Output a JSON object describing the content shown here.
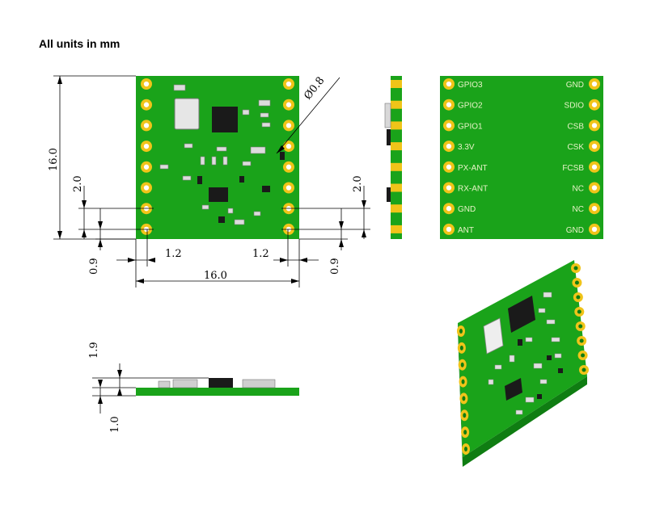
{
  "title": "All units in mm",
  "colors": {
    "pcb": "#1aa31a",
    "pcb_dark": "#0f7d12",
    "pad": "#f0c419",
    "chip": "#1a1a1a",
    "line": "#000000"
  },
  "dimensions": {
    "height": "16.0",
    "width": "16.0",
    "pin_pitch_left": "2.0",
    "pin_pitch_right": "2.0",
    "edge_left": "0.9",
    "edge_right": "0.9",
    "pad_offset_left": "1.2",
    "pad_offset_right": "1.2",
    "hole": "Ø0.8",
    "side_total": "1.9",
    "side_board": "1.0"
  },
  "pins_left": [
    "GPIO3",
    "GPIO2",
    "GPIO1",
    "3.3V",
    "PX-ANT",
    "RX-ANT",
    "GND",
    "ANT"
  ],
  "pins_right": [
    "GND",
    "SDIO",
    "CSB",
    "CSK",
    "FCSB",
    "NC",
    "NC",
    "GND"
  ]
}
